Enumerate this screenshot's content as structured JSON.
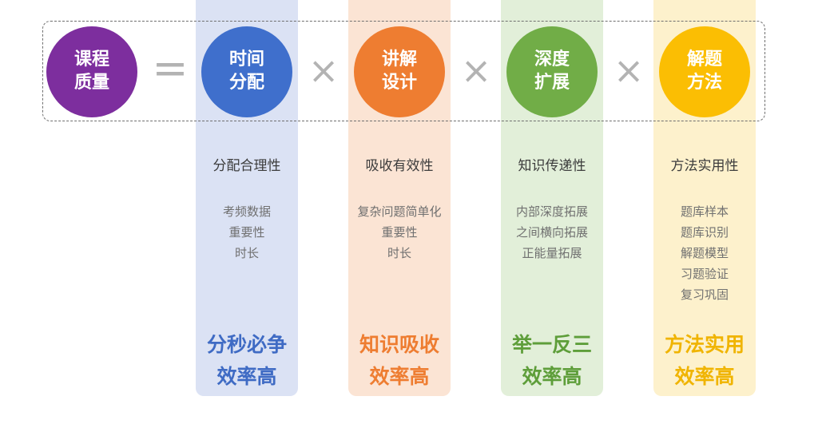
{
  "formula": {
    "result": {
      "label": "课程质量",
      "color": "#7d2e9e"
    },
    "equals_symbol": "=",
    "times_symbol": "×",
    "factors": [
      {
        "label": "时间分配",
        "circle_color": "#3f6fcc",
        "column_color": "#dbe2f4",
        "slogan_color": "#3f6bc4",
        "heading": "分配合理性",
        "items": [
          "考频数据",
          "重要性",
          "时长"
        ],
        "slogan_line1": "分秒必争",
        "slogan_line2": "效率高"
      },
      {
        "label": "讲解设计",
        "circle_color": "#ee7d31",
        "column_color": "#fbe4d4",
        "slogan_color": "#ee7d31",
        "heading": "吸收有效性",
        "items": [
          "复杂问题简单化",
          "重要性",
          "时长"
        ],
        "slogan_line1": "知识吸收",
        "slogan_line2": "效率高"
      },
      {
        "label": "深度扩展",
        "circle_color": "#71ad47",
        "column_color": "#e2efd9",
        "slogan_color": "#5e9e3a",
        "heading": "知识传递性",
        "items": [
          "内部深度拓展",
          "之间横向拓展",
          "正能量拓展"
        ],
        "slogan_line1": "举一反三",
        "slogan_line2": "效率高"
      },
      {
        "label": "解题方法",
        "circle_color": "#fbbe03",
        "column_color": "#fdf1cc",
        "slogan_color": "#f0b400",
        "heading": "方法实用性",
        "items": [
          "题库样本",
          "题库识别",
          "解题模型",
          "习题验证",
          "复习巩固"
        ],
        "slogan_line1": "方法实用",
        "slogan_line2": "效率高"
      }
    ]
  }
}
